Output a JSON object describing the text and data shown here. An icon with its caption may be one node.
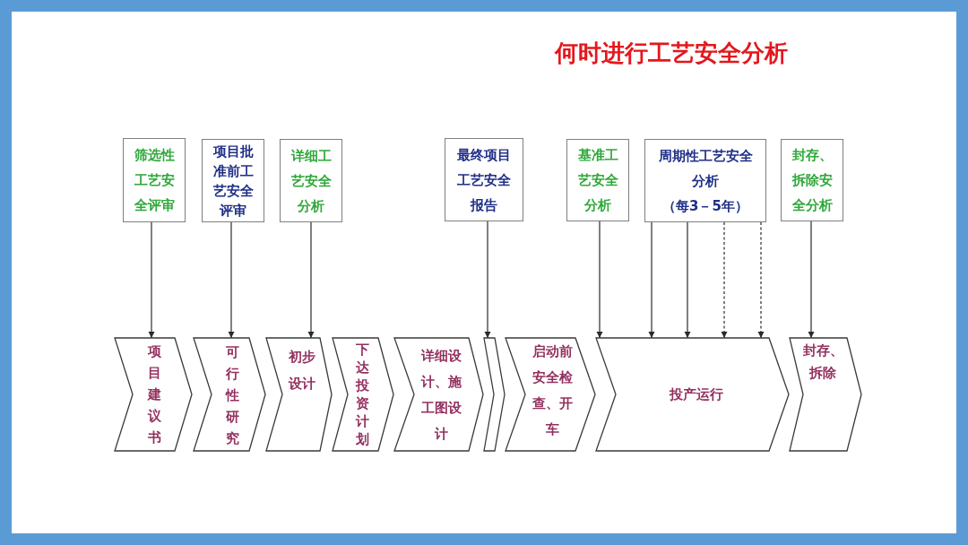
{
  "diagram": {
    "title": "何时进行工艺安全分析",
    "nodes": [
      {
        "text": [
          "筛选性工艺安全评审"
        ]
      },
      {
        "text": [
          "项目批准前工艺安全评审"
        ]
      },
      {
        "text": [
          "详细工艺安全分析"
        ]
      },
      {
        "text": [
          "最终项目工艺安全报告"
        ]
      },
      {
        "text": [
          "基准工艺安全分析"
        ]
      },
      {
        "text": [
          "周期性工艺安全分析",
          "（每3－5年）"
        ]
      },
      {
        "text": [
          "封存、拆除安全分析"
        ]
      },
      {
        "text": [
          "项目建议书"
        ]
      },
      {
        "text": [
          "可行性研究"
        ]
      },
      {
        "text": [
          "初步设计"
        ]
      },
      {
        "text": [
          "下达投资计划"
        ]
      },
      {
        "text": [
          "详细设计、施工图设计"
        ]
      },
      {
        "text": [],
        "shape": "chevron"
      },
      {
        "text": [
          "启动前安全检查、开车"
        ]
      },
      {
        "text": [
          "投产运行"
        ]
      },
      {
        "text": [
          "封存、拆除"
        ]
      }
    ],
    "edges": [
      {
        "from": 0,
        "to": 7,
        "arrow": "to"
      },
      {
        "from": 1,
        "to": 8,
        "arrow": "to"
      },
      {
        "from": 2,
        "to": 9,
        "arrow": "to"
      },
      {
        "from": 3,
        "to": 12,
        "arrow": "to"
      },
      {
        "from": 4,
        "to": 14,
        "arrow": "to"
      },
      {
        "from": 5,
        "to": 14,
        "arrow": "to"
      },
      {
        "from": 5,
        "to": 14,
        "arrow": "to"
      },
      {
        "from": 5,
        "to": 14,
        "arrow": "to",
        "style": "dashed"
      },
      {
        "from": 5,
        "to": 14,
        "arrow": "to",
        "style": "dashed"
      },
      {
        "from": 6,
        "to": 15,
        "arrow": "to"
      }
    ]
  }
}
